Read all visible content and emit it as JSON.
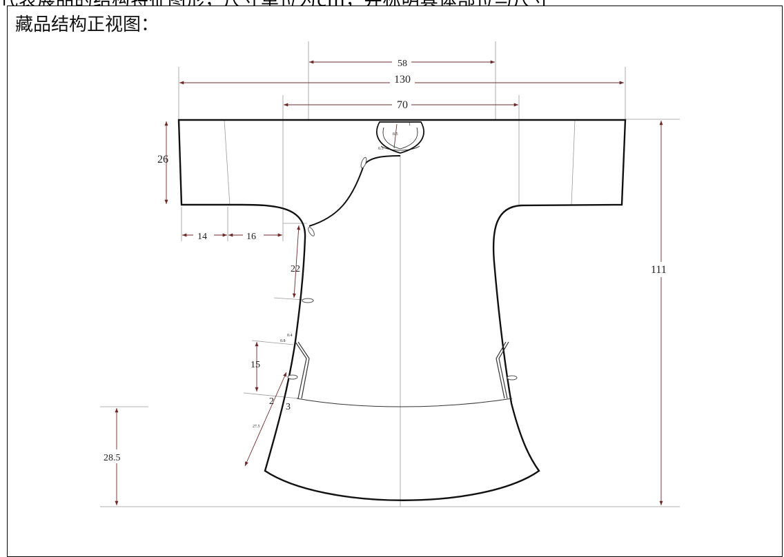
{
  "header_clip": "代表展品的结构特征图形，尺寸单位为cm，并标明具体部位与尺寸",
  "heading": "藏品结构正视图：",
  "dims": {
    "d58": "58",
    "d130": "130",
    "d70": "70",
    "d26": "26",
    "d14": "14",
    "d16": "16",
    "d22": "22",
    "d111": "111",
    "d15": "15",
    "d2": "2",
    "d3": "3",
    "d285": "28.5",
    "d275": "27.5",
    "d85": "8.5",
    "d05": "0.5",
    "d1": "1",
    "d04": "0.4",
    "d08": "0.8"
  }
}
